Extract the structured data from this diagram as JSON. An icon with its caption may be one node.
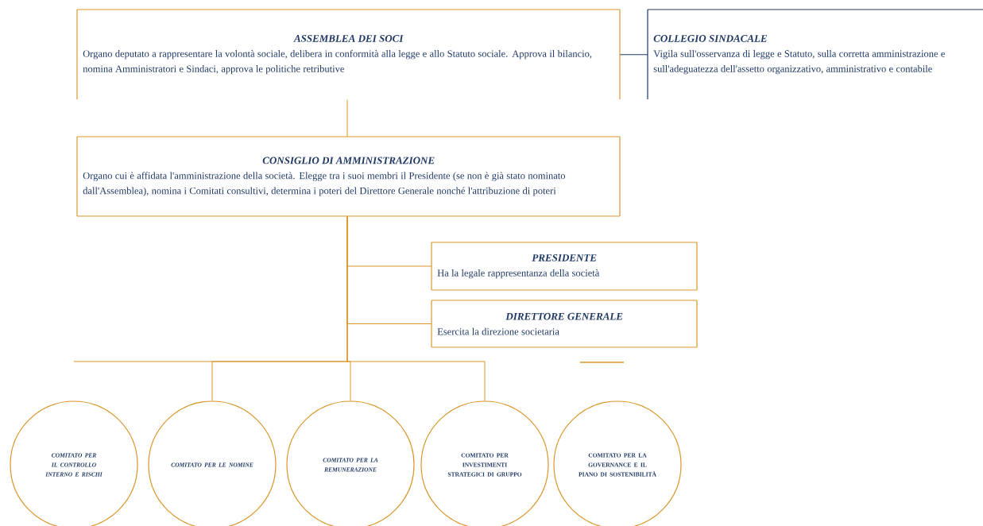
{
  "diagram": {
    "nodes": [
      {
        "text": [
          "ASSEMBLEA DEI SOCI",
          "Organo deputato a rappresentare la volontà sociale, delibera in conformità alla legge e allo Statuto sociale. Approva il bilancio, nomina Amministratori e Sindaci, approva le politiche retributive"
        ]
      },
      {
        "text": [
          "COLLEGIO SINDACALE",
          "Vigila sull'osservanza di legge e Statuto, sulla corretta amministrazione e sull'adeguatezza dell'assetto organizzativo, amministrativo e contabile"
        ]
      },
      {
        "text": [
          "CONSIGLIO DI AMMINISTRAZIONE",
          "Organo cui è affidata l'amministrazione della società. Elegge tra i suoi membri il Presidente (se non è già stato nominato dall'Assemblea), nomina i Comitati consultivi, determina i poteri del Direttore Generale nonché l'attribuzione di poteri"
        ]
      },
      {
        "text": [
          "PRESIDENTE",
          "Ha la legale rappresentanza della società"
        ]
      },
      {
        "text": [
          "DIRETTORE GENERALE",
          "Esercita la direzione societaria"
        ]
      },
      {
        "text": [
          "COMITATO PER IL CONTROLLO INTERNO E RISCHI"
        ]
      },
      {
        "text": [
          "COMITATO PER LE NOMINE"
        ]
      },
      {
        "text": [
          "COMITATO PER LA REMUNERAZIONE"
        ]
      },
      {
        "text": [
          "COMITATO PER INVESTIMENTI STRATEGICI DI GRUPPO"
        ]
      },
      {
        "text": [
          "COMITATO PER LA GOVERNANCE E IL PIANO DI SOSTENIBILITÀ"
        ]
      }
    ],
    "edges": [
      {
        "from": 0,
        "to": 1,
        "arrow": "none",
        "color": "#1f3864"
      },
      {
        "from": 0,
        "to": 2,
        "arrow": "none"
      },
      {
        "from": 2,
        "to": 3,
        "arrow": "none"
      },
      {
        "from": 2,
        "to": 4,
        "arrow": "none"
      },
      {
        "from": 2,
        "to": 6,
        "arrow": "none"
      },
      {
        "from": 2,
        "to": 7,
        "arrow": "none"
      },
      {
        "from": 2,
        "to": 8,
        "arrow": "none"
      }
    ]
  }
}
